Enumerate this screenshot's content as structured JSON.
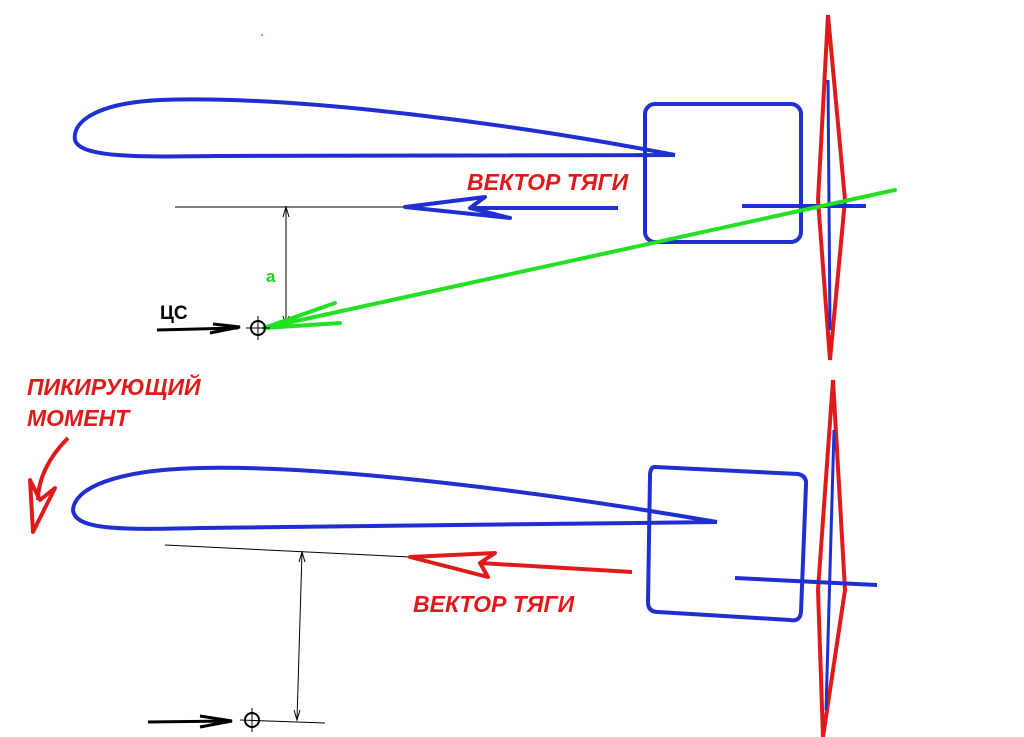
{
  "labels": {
    "thrust_vector_top": "ВЕКТОР ТЯГИ",
    "thrust_vector_bottom": "ВЕКТОР ТЯГИ",
    "distance": "a",
    "center_of_gravity": "ЦС",
    "pitch_moment_line1": "ПИКИРУЮЩИЙ",
    "pitch_moment_line2": "МОМЕНТ"
  },
  "colors": {
    "airfoil": "#1f2fd0",
    "propeller": "#e01a1a",
    "thrust_top": "#1f2fd0",
    "thrust_bottom": "#e01a1a",
    "resultant": "#22e022",
    "dimension": "#000000",
    "text_red": "#e01a1a",
    "text_green": "#22cc22"
  }
}
